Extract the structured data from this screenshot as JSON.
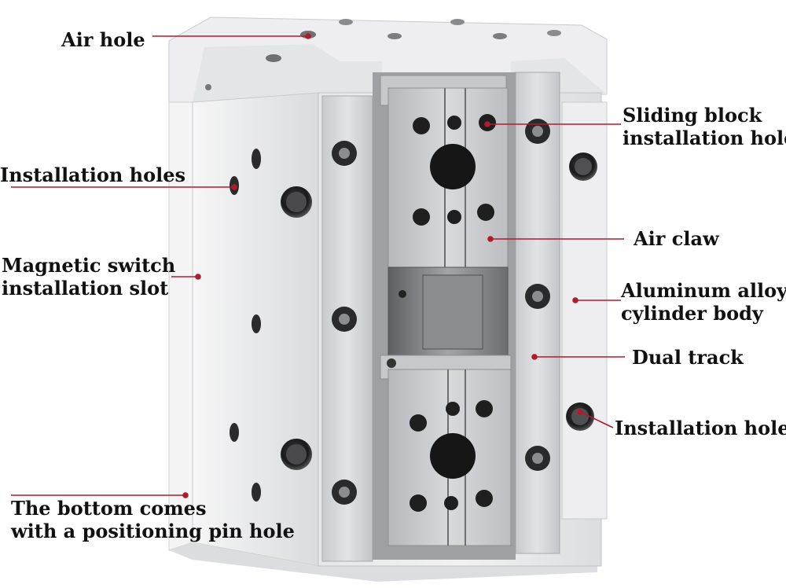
{
  "callouts": {
    "air_hole": "Air hole",
    "installation_holes": "Installation holes",
    "magnetic_switch": [
      "Magnetic switch",
      "installation slot"
    ],
    "positioning_pin": [
      "The bottom comes",
      "with a positioning pin hole"
    ],
    "sliding_block": [
      "Sliding block",
      "installation hole"
    ],
    "air_claw": "Air claw",
    "cylinder_body": [
      "Aluminum alloy",
      "cylinder body"
    ],
    "dual_track": "Dual track",
    "installation_hole": "Installation hole"
  },
  "colors": {
    "leader_line": "#b01c2e",
    "label_text": "#111111",
    "body_aluminum": "#e9eaec",
    "rail_steel": "#cfd0d2",
    "hole_dark": "#1e1e1e"
  }
}
